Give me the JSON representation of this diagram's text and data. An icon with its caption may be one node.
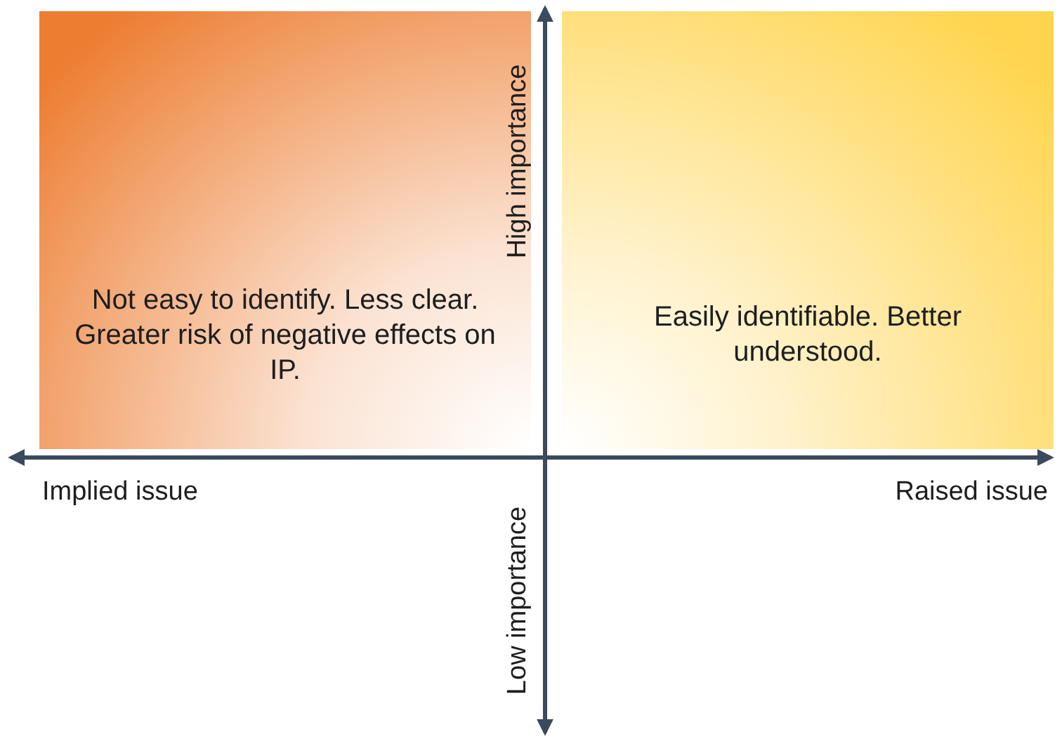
{
  "diagram": {
    "nodes": [
      {
        "text": [
          "Not easy to identify. Less clear. Greater risk of negative effects on IP."
        ]
      },
      {
        "text": [
          "Easily identifiable. Better understood."
        ]
      }
    ],
    "labels": [
      "High importance",
      "Implied issue",
      "Raised issue",
      "Low importance"
    ]
  }
}
